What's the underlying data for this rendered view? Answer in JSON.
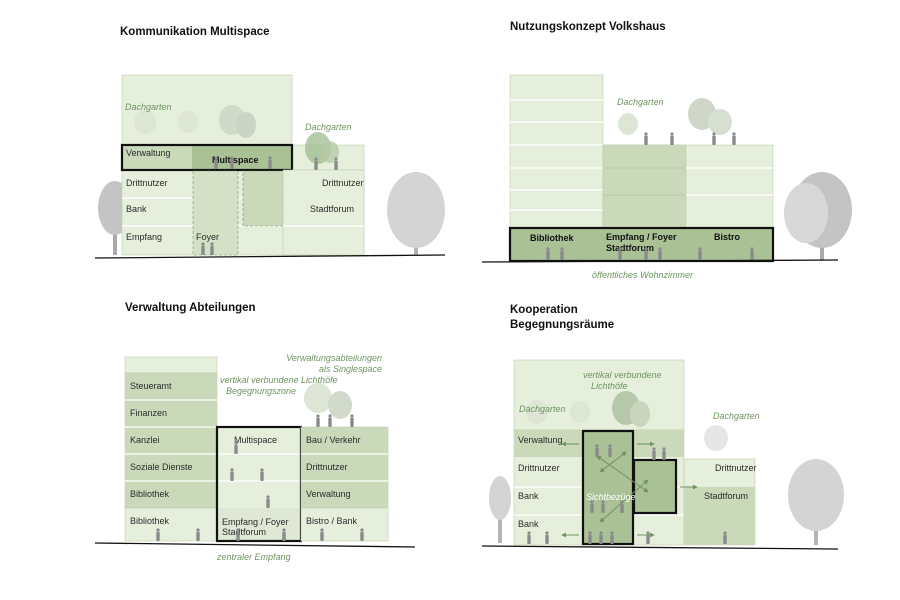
{
  "palette": {
    "light_green": "#e6eedc",
    "mid_green": "#c9d9b9",
    "dark_green": "#a9c195",
    "tree_grey": "#c4c4c4",
    "tree_green": "#9dbb8f",
    "note_green": "#6f9461",
    "outline": "#111111"
  },
  "panels": [
    {
      "id": "kommunikation",
      "title": "Kommunikation Multispace",
      "labels": {
        "dachgarten_left": "Dachgarten",
        "dachgarten_right": "Dachgarten",
        "verwaltung": "Verwaltung",
        "multispace": "Multispace",
        "drittnutzer_left": "Drittnutzer",
        "drittnutzer_right": "Drittnutzer",
        "bank": "Bank",
        "stadtforum": "Stadtforum",
        "empfang": "Empfang",
        "foyer": "Foyer"
      }
    },
    {
      "id": "volkshaus",
      "title": "Nutzungskonzept Volkshaus",
      "labels": {
        "dachgarten": "Dachgarten",
        "bibliothek": "Bibliothek",
        "empfang_line1": "Empfang / Foyer",
        "empfang_line2": "Stadtforum",
        "bistro": "Bistro",
        "note": "öffentliches Wohnzimmer"
      }
    },
    {
      "id": "verwaltung",
      "title": "Verwaltung Abteilungen",
      "labels": {
        "note_top_line1": "Verwaltungsabteilungen",
        "note_top_line2": "als Singlespace",
        "note_mid_line1": "vertikal verbundene Lichthöfe",
        "note_mid_line2": "Begegnungszone",
        "left_floors": [
          "Steueramt",
          "Finanzen",
          "Kanzlei",
          "Soziale Dienste",
          "Bibliothek",
          "Bibliothek"
        ],
        "multispace": "Multispace",
        "empfang_line1": "Empfang / Foyer",
        "empfang_line2": "Stadtforum",
        "right_floors": [
          "Bau / Verkehr",
          "Drittnutzer",
          "Verwaltung",
          "Bistro / Bank"
        ],
        "note_bottom": "zentraler Empfang"
      }
    },
    {
      "id": "kooperation",
      "title_line1": "Kooperation",
      "title_line2": "Begegnungsräume",
      "labels": {
        "note_top_line1": "vertikal verbundene",
        "note_top_line2": "Lichthöfe",
        "dachgarten_left": "Dachgarten",
        "dachgarten_right": "Dachgarten",
        "verwaltung": "Verwaltung",
        "drittnutzer_left": "Drittnutzer",
        "drittnutzer_right": "Drittnutzer",
        "bank_1": "Bank",
        "bank_2": "Bank",
        "stadtforum": "Stadtforum",
        "sichtbezuege": "Sichtbezüge"
      }
    }
  ]
}
